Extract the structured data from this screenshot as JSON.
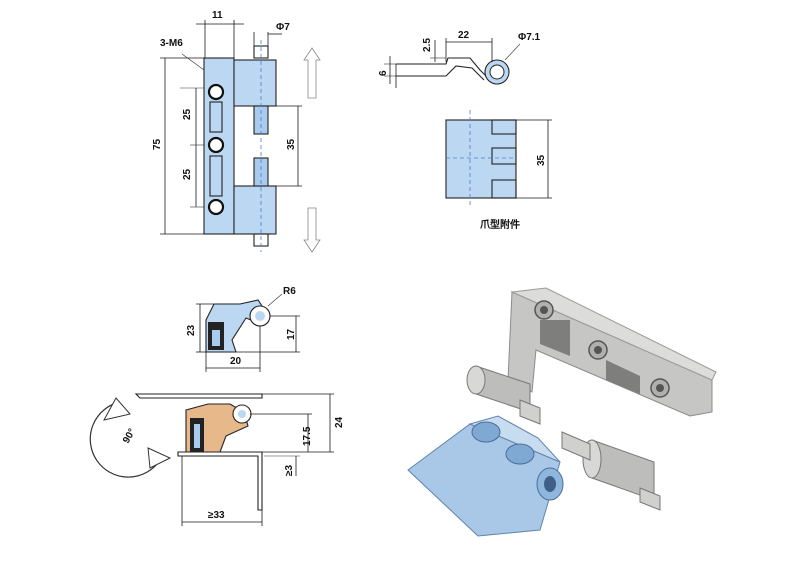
{
  "hinge_top_view": {
    "dim_11": "11",
    "dim_phi7": "Φ7",
    "dim_3m6": "3-M6",
    "dim_25a": "25",
    "dim_25b": "25",
    "dim_75": "75",
    "dim_35": "35"
  },
  "claw_view": {
    "dim_2_5": "2.5",
    "dim_22": "22",
    "dim_phi7_1": "Φ7.1",
    "dim_6": "6",
    "dim_35": "35",
    "caption": "爪型附件"
  },
  "section_view": {
    "dim_r6": "R6",
    "dim_23": "23",
    "dim_17": "17",
    "dim_20": "20"
  },
  "install_view": {
    "dim_90": "90°",
    "dim_17_5": "17.5",
    "dim_24": "24",
    "dim_ge3": "≥3",
    "dim_ge33": "≥33"
  },
  "colors": {
    "part_blue": "#bcd7f2",
    "metal_gray": "#b8b8b6",
    "zinc_blue": "#8fb6dc"
  }
}
